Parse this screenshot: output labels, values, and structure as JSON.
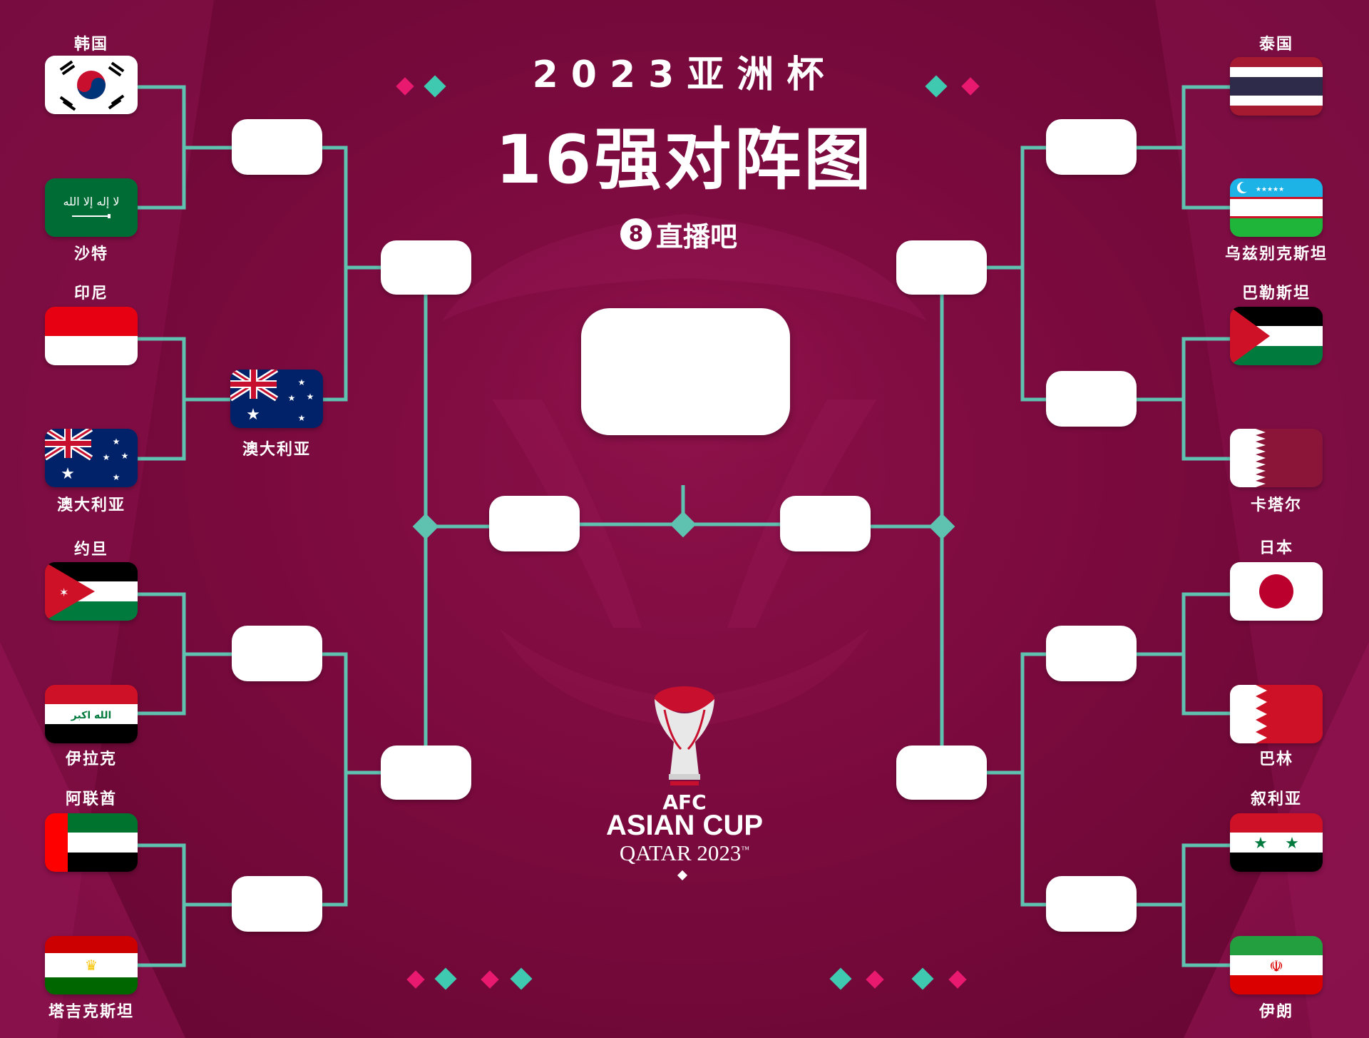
{
  "header": {
    "title_top": "2023亚洲杯",
    "title_main": "16强对阵图",
    "brand": "直播吧",
    "brand_mark": "8"
  },
  "left_teams": [
    {
      "name": "韩国",
      "flag": "korea-flag"
    },
    {
      "name": "沙特",
      "flag": "saudi-flag"
    },
    {
      "name": "印尼",
      "flag": "indonesia-flag"
    },
    {
      "name": "澳大利亚",
      "flag": "australia-flag"
    },
    {
      "name": "约旦",
      "flag": "jordan-flag"
    },
    {
      "name": "伊拉克",
      "flag": "iraq-flag"
    },
    {
      "name": "阿联酋",
      "flag": "uae-flag"
    },
    {
      "name": "塔吉克斯坦",
      "flag": "tajikistan-flag"
    }
  ],
  "right_teams": [
    {
      "name": "泰国",
      "flag": "thailand-flag"
    },
    {
      "name": "乌兹别克斯坦",
      "flag": "uzbekistan-flag"
    },
    {
      "name": "巴勒斯坦",
      "flag": "palestine-flag"
    },
    {
      "name": "卡塔尔",
      "flag": "qatar-flag"
    },
    {
      "name": "日本",
      "flag": "japan-flag"
    },
    {
      "name": "巴林",
      "flag": "bahrain-flag"
    },
    {
      "name": "叙利亚",
      "flag": "syria-flag"
    },
    {
      "name": "伊朗",
      "flag": "iran-flag"
    }
  ],
  "quarterfinal_winner_left": {
    "name": "澳大利亚",
    "flag": "australia-flag"
  },
  "event_logo": {
    "line1": "AFC",
    "line2": "ASIAN CUP",
    "line3": "QATAR 2023",
    "trademark": "™"
  },
  "colors": {
    "background": "#7a0a3e",
    "line": "#5fc2b0",
    "accent_pink": "#e8196f",
    "accent_teal": "#3fc9b0"
  }
}
